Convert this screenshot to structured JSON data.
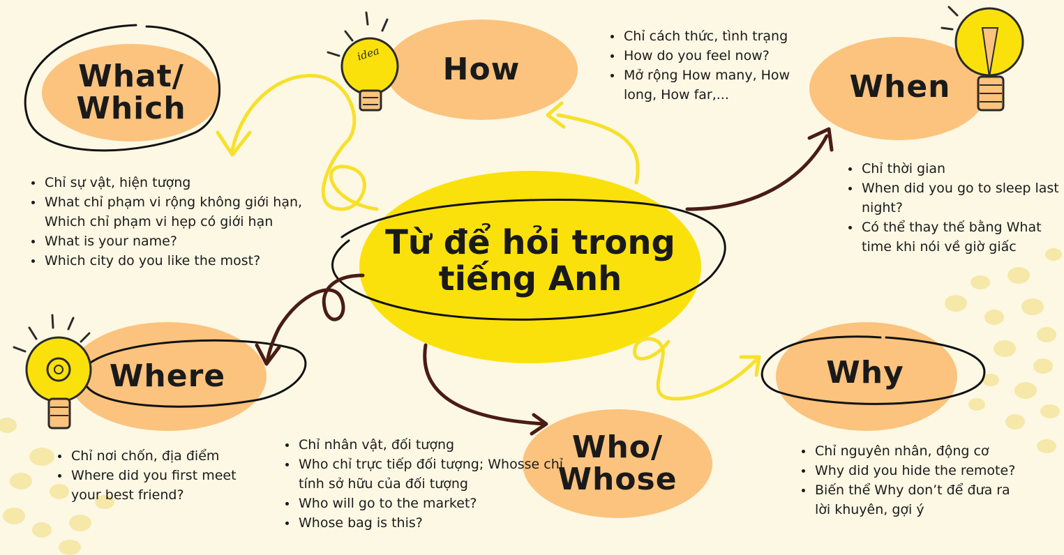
{
  "center": {
    "title": "Từ để hỏi trong\ntiếng Anh"
  },
  "nodes": {
    "what": {
      "title": "What/\nWhich",
      "notes": [
        "Chỉ sự vật, hiện tượng",
        "What chỉ phạm vi rộng không giới hạn, Which chỉ phạm vi hẹp có giới hạn",
        "What is your name?",
        "Which city do you like the most?"
      ]
    },
    "how": {
      "title": "How",
      "notes": [
        "Chỉ cách thức, tình trạng",
        "How do you feel now?",
        "Mở rộng How many, How long, How far,..."
      ]
    },
    "when": {
      "title": "When",
      "notes": [
        "Chỉ thời gian",
        "When did you go to sleep last night?",
        "Có thể thay thế bằng What time khi nói về giờ giấc"
      ]
    },
    "where": {
      "title": "Where",
      "notes": [
        "Chỉ nơi chốn, địa điểm",
        "Where did you first meet your best friend?"
      ]
    },
    "who": {
      "title": "Who/\nWhose",
      "notes": [
        "Chỉ nhân vật, đối tượng",
        "Who chỉ trực tiếp đối tượng; Whosse chỉ tính sở hữu của đối tượng",
        "Who will go to the market?",
        "Whose bag is this?"
      ]
    },
    "why": {
      "title": "Why",
      "notes": [
        "Chỉ nguyên nhân, động cơ",
        "Why did you hide the remote?",
        "Biến thể Why don’t để đưa ra lời khuyên, gợi ý"
      ]
    }
  },
  "icons": {
    "bulb_idea_text": "idea",
    "bulb_idea": "lightbulb-idea-icon",
    "bulb_pencil": "lightbulb-pencil-icon",
    "bulb_gear": "lightbulb-gear-icon"
  },
  "colors": {
    "background": "#fdf8e4",
    "center_fill": "#fbe10c",
    "node_fill": "#fbc37d",
    "outline": "#111111",
    "yellow_arrow": "#f7e02a",
    "brown_arrow": "#4a1c16",
    "dots": "#f5e8a8"
  }
}
